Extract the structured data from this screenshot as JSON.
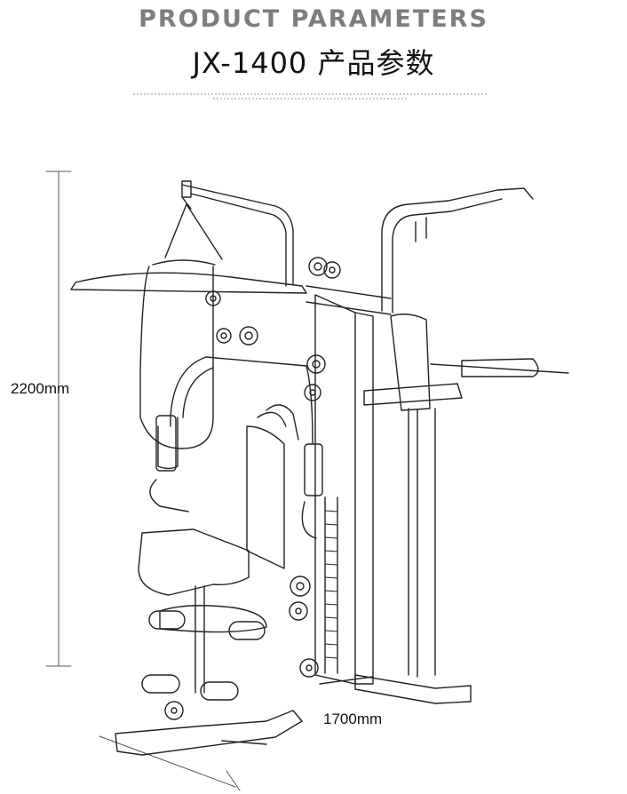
{
  "header": {
    "title_en": "PRODUCT PARAMETERS",
    "title_zh": "JX-1400 产品参数"
  },
  "dimensions": {
    "height": "2200mm",
    "width": "1700mm"
  }
}
